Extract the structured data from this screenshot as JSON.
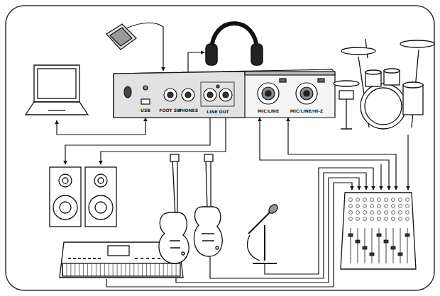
{
  "diagram": {
    "labels": [
      "USB",
      "FOOT SW",
      "PHONES",
      "LINE OUT",
      "MIC/LINE",
      "MIC/LINE/HI-Z"
    ]
  }
}
